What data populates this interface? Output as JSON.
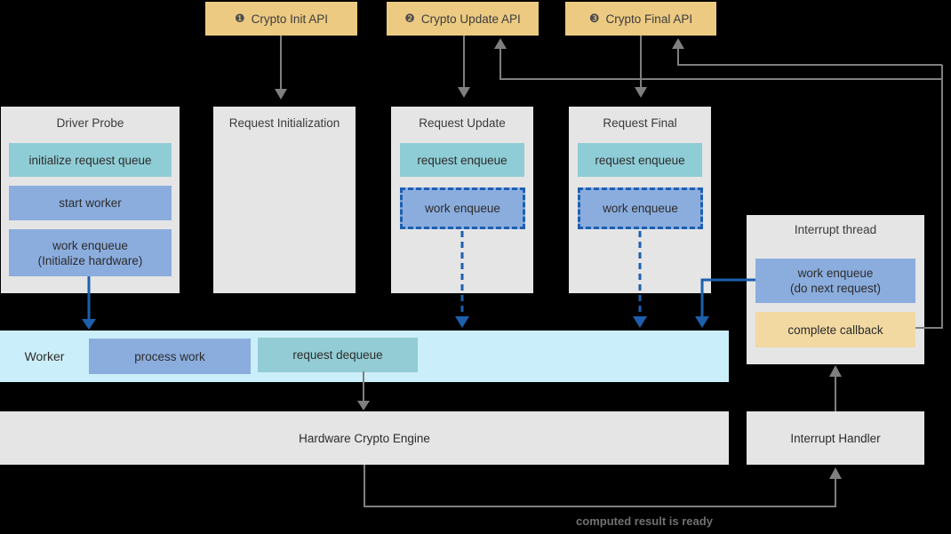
{
  "api_buttons": [
    {
      "badge": "❶",
      "label": "Crypto Init API"
    },
    {
      "badge": "❷",
      "label": "Crypto Update API"
    },
    {
      "badge": "❸",
      "label": "Crypto Final API"
    }
  ],
  "columns": {
    "driver_probe": {
      "title": "Driver Probe",
      "boxes": {
        "init_queue": {
          "label": "initialize request queue"
        },
        "start_worker": {
          "label": "start worker"
        },
        "work_enqueue": {
          "line1": "work enqueue",
          "line2": "(Initialize hardware)"
        }
      }
    },
    "request_initialization": {
      "title": "Request Initialization"
    },
    "request_update": {
      "title": "Request Update",
      "boxes": {
        "request_enqueue": {
          "label": "request enqueue"
        },
        "work_enqueue": {
          "label": "work enqueue"
        }
      }
    },
    "request_final": {
      "title": "Request Final",
      "boxes": {
        "request_enqueue": {
          "label": "request enqueue"
        },
        "work_enqueue": {
          "label": "work enqueue"
        }
      }
    }
  },
  "worker": {
    "label": "Worker",
    "process_work": "process work",
    "request_dequeue": "request dequeue"
  },
  "hardware_engine": {
    "label": "Hardware Crypto Engine"
  },
  "interrupt_thread": {
    "title": "Interrupt thread",
    "work_enqueue": {
      "line1": "work enqueue",
      "line2": "(do next request)"
    },
    "complete_callback": "complete callback"
  },
  "interrupt_handler": {
    "label": "Interrupt Handler"
  },
  "caption": "computed result is ready",
  "colors": {
    "background": "#000000",
    "api_button": "#ecca82",
    "panel_gray": "#e5e5e5",
    "teal_box": "#8fcdd6",
    "blue_box": "#8badde",
    "worker_bar": "#cbeffa",
    "request_dequeue_teal": "#93ccd4",
    "callback_tan": "#f2d9a2",
    "arrow_gray": "#7f7f7f",
    "arrow_blue": "#1d5fad",
    "dashed_border_blue": "#1e5fb0"
  }
}
